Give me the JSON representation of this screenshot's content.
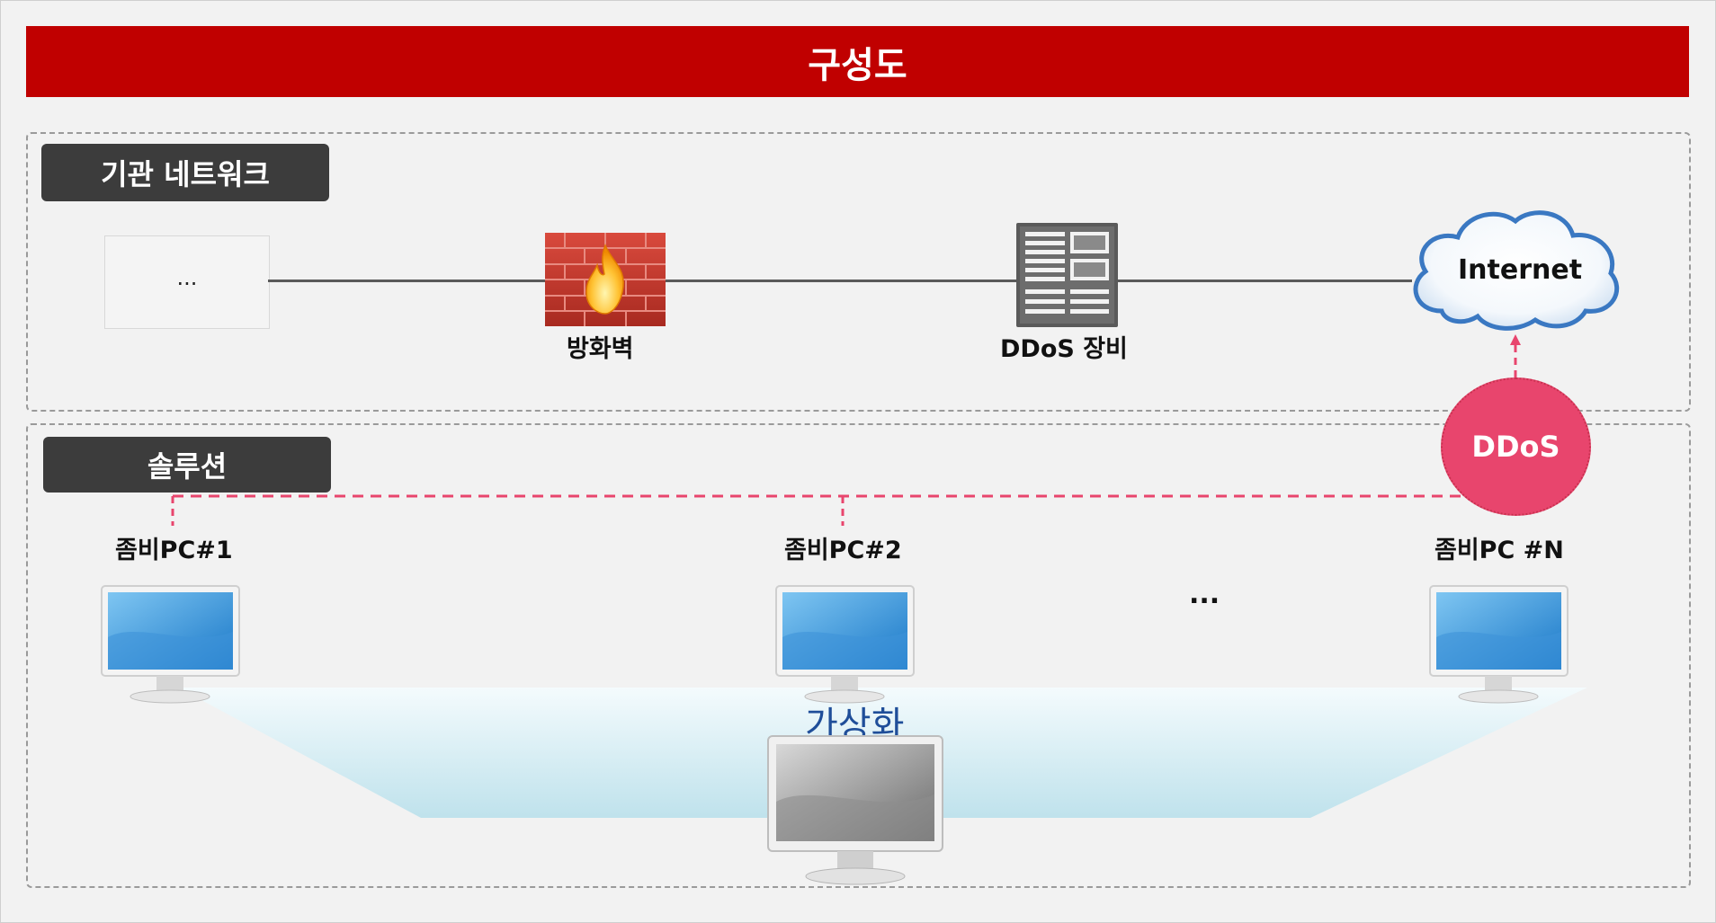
{
  "title": "구성도",
  "org_network": {
    "tag": "기관 네트워크",
    "placeholder": "...",
    "firewall_label": "방화벽",
    "ddos_device_label": "DDoS 장비",
    "internet_label": "Internet"
  },
  "solution": {
    "tag": "솔루션",
    "ddos_label": "DDoS",
    "pc1_label": "좀비PC#1",
    "pc2_label": "좀비PC#2",
    "pcn_label": "좀비PC #N",
    "ellipsis": "...",
    "virtualization_label": "가상화"
  },
  "colors": {
    "title_bar": "#c00000",
    "tag_bg": "#3c3c3c",
    "ddos_circle": "#e8456d",
    "virtual_label": "#1f4e99"
  }
}
